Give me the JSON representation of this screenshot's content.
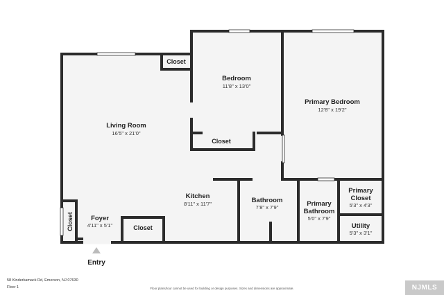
{
  "rooms": {
    "living": {
      "name": "Living Room",
      "dim": "16'5\" x 21'0\""
    },
    "bedroom": {
      "name": "Bedroom",
      "dim": "11'8\" x 13'0\""
    },
    "primary_bedroom": {
      "name": "Primary Bedroom",
      "dim": "12'8\" x 19'2\""
    },
    "kitchen": {
      "name": "Kitchen",
      "dim": "8'11\" x 11'7\""
    },
    "bathroom": {
      "name": "Bathroom",
      "dim": "7'8\" x 7'9\""
    },
    "primary_bathroom": {
      "name_line1": "Primary",
      "name_line2": "Bathroom",
      "dim": "5'0\" x 7'9\""
    },
    "primary_closet": {
      "name_line1": "Primary",
      "name_line2": "Closet",
      "dim": "5'3\" x 4'3\""
    },
    "utility": {
      "name": "Utility",
      "dim": "5'3\" x 3'1\""
    },
    "foyer": {
      "name": "Foyer",
      "dim": "4'11\" x 5'1\""
    }
  },
  "closets": {
    "top": "Closet",
    "bedroom": "Closet",
    "foyer_side": "Closet",
    "lower": "Closet"
  },
  "entry": "Entry",
  "footer": {
    "address": "58 Kinderkamack Rd, Emerson, NJ 07630",
    "floor": "Floor 1",
    "disclaimer": "Floor plans/tour cannot be used for building or design purposes. Sizes and dimensions are approximate.",
    "logo": "NJMLS"
  },
  "colors": {
    "wall": "#2b2b2b",
    "floor": "#f4f4f4",
    "window": "#ffffff"
  }
}
